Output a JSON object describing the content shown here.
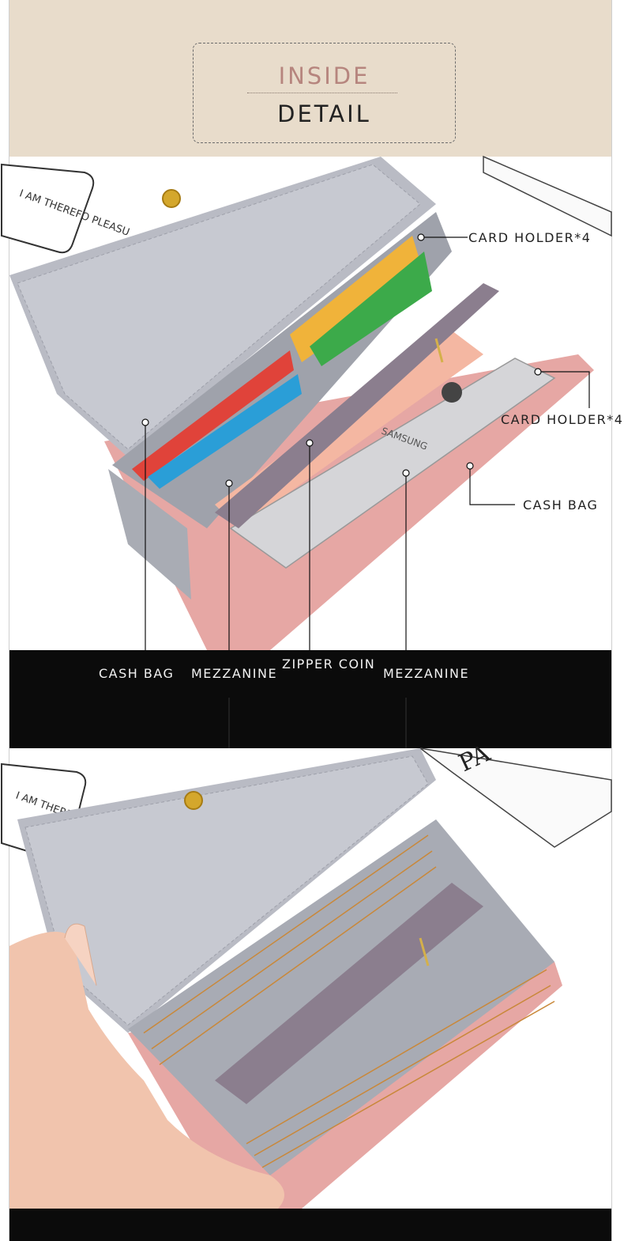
{
  "header": {
    "title_line1": "INSIDE",
    "title_line2": "DETAIL"
  },
  "callouts": {
    "card_holder_top": "CARD HOLDER*4",
    "card_holder_right": "CARD HOLDER*4",
    "cash_bag_right": "CASH BAG",
    "cash_bag_bottom": "CASH BAG",
    "mezzanine_left": "MEZZANINE",
    "zipper_coin": "ZIPPER COIN",
    "mezzanine_right": "MEZZANINE"
  },
  "photo1": {
    "note_text": "I AM THEREFO PLEASU",
    "phone_brand": "SAMSUNG"
  },
  "photo2": {
    "note_text": "I AM THEREFO PLEASU",
    "sign_text": "PA"
  }
}
